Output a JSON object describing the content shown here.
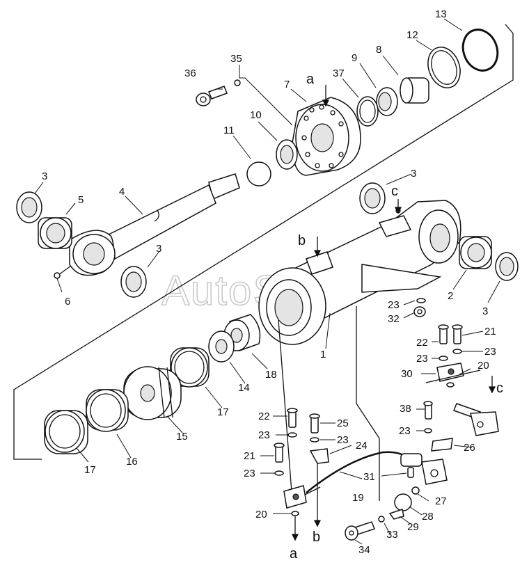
{
  "watermark": "AutoSoft",
  "callouts": {
    "p1": "1",
    "p2": "2",
    "p3a": "3",
    "p3b": "3",
    "p3c": "3",
    "p3d": "3",
    "p4": "4",
    "p5": "5",
    "p6": "6",
    "p7": "7",
    "p8": "8",
    "p9": "9",
    "p10": "10",
    "p11": "11",
    "p12": "12",
    "p13": "13",
    "p14": "14",
    "p15": "15",
    "p16": "16",
    "p17a": "17",
    "p17b": "17",
    "p18": "18",
    "p19": "19",
    "p20a": "20",
    "p20b": "20",
    "p21a": "21",
    "p21b": "21",
    "p22a": "22",
    "p22b": "22",
    "p23a": "23",
    "p23b": "23",
    "p23c": "23",
    "p23d": "23",
    "p23e": "23",
    "p23f": "23",
    "p23g": "23",
    "p24": "24",
    "p25": "25",
    "p26": "26",
    "p27": "27",
    "p28": "28",
    "p29": "29",
    "p30": "30",
    "p31": "31",
    "p32": "32",
    "p33": "33",
    "p34": "34",
    "p35": "35",
    "p36": "36",
    "p37": "37",
    "p38": "38"
  },
  "references": {
    "a_top": "a",
    "a_bottom": "a",
    "b_top": "b",
    "b_bottom": "b",
    "c_top": "c",
    "c_right": "c"
  }
}
